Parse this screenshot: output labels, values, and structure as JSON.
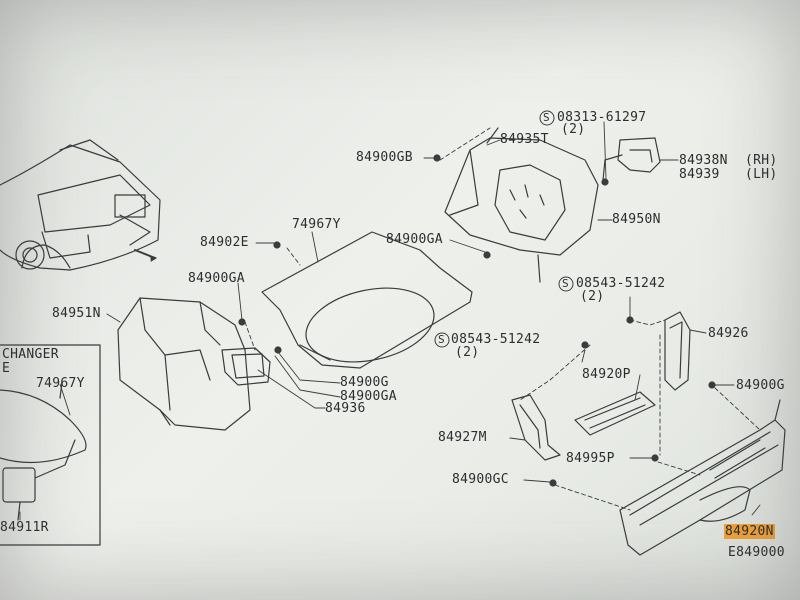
{
  "diagram": {
    "labels": {
      "p84900GB": "84900GB",
      "p84935T": "84935T",
      "s08313": "08313-61297",
      "s08313_qty": "(2)",
      "p84938N": "84938N",
      "p84938N_side": "(RH)",
      "p84939": "84939",
      "p84939_side": "(LH)",
      "p84950N": "84950N",
      "p74967Y": "74967Y",
      "p84902E": "84902E",
      "p84900GA_top": "84900GA",
      "p84900GA_left": "84900GA",
      "s08543_top": "08543-51242",
      "s08543_top_qty": "(2)",
      "p84926": "84926",
      "p84951N": "84951N",
      "s08543_mid": "08543-51242",
      "s08543_mid_qty": "(2)",
      "p84920P": "84920P",
      "p84900G_right": "84900G",
      "p84900G_mid": "84900G",
      "p84900GA_mid": "84900GA",
      "p84936": "84936",
      "p84927M": "84927M",
      "p84995P": "84995P",
      "p84900GC": "84900GC",
      "p84920N": "84920N",
      "code": "E849000",
      "inset_title1": "CHANGER",
      "inset_title2": "E",
      "inset_74967Y": "74967Y",
      "inset_84911R": "84911R"
    }
  }
}
